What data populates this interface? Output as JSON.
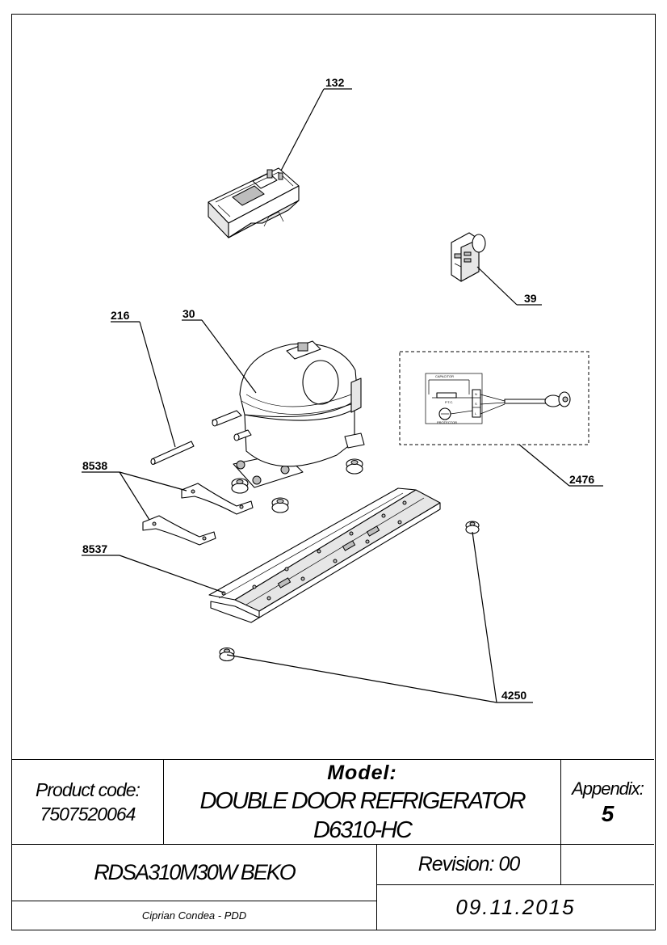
{
  "callouts": {
    "c132": "132",
    "c39": "39",
    "c216": "216",
    "c30": "30",
    "c2476": "2476",
    "c8538": "8538",
    "c8537": "8537",
    "c4250": "4250"
  },
  "wiring": {
    "capacitor": "CAPACITOR",
    "ptc": "P.T.C.",
    "protector": "PROTECTOR",
    "terminal_n": "N",
    "terminal_s": "S",
    "terminal_l": "L"
  },
  "title_block": {
    "product_code_label": "Product code:",
    "product_code": "7507520064",
    "model_label": "Model:",
    "model_name": "DOUBLE DOOR REFRIGERATOR D6310-HC",
    "appendix_label": "Appendix:",
    "appendix_number": "5",
    "model_code": "RDSA310M30W BEKO",
    "revision": "Revision: 00",
    "author": "Ciprian Condea - PDD",
    "date": "09.11.2015"
  }
}
